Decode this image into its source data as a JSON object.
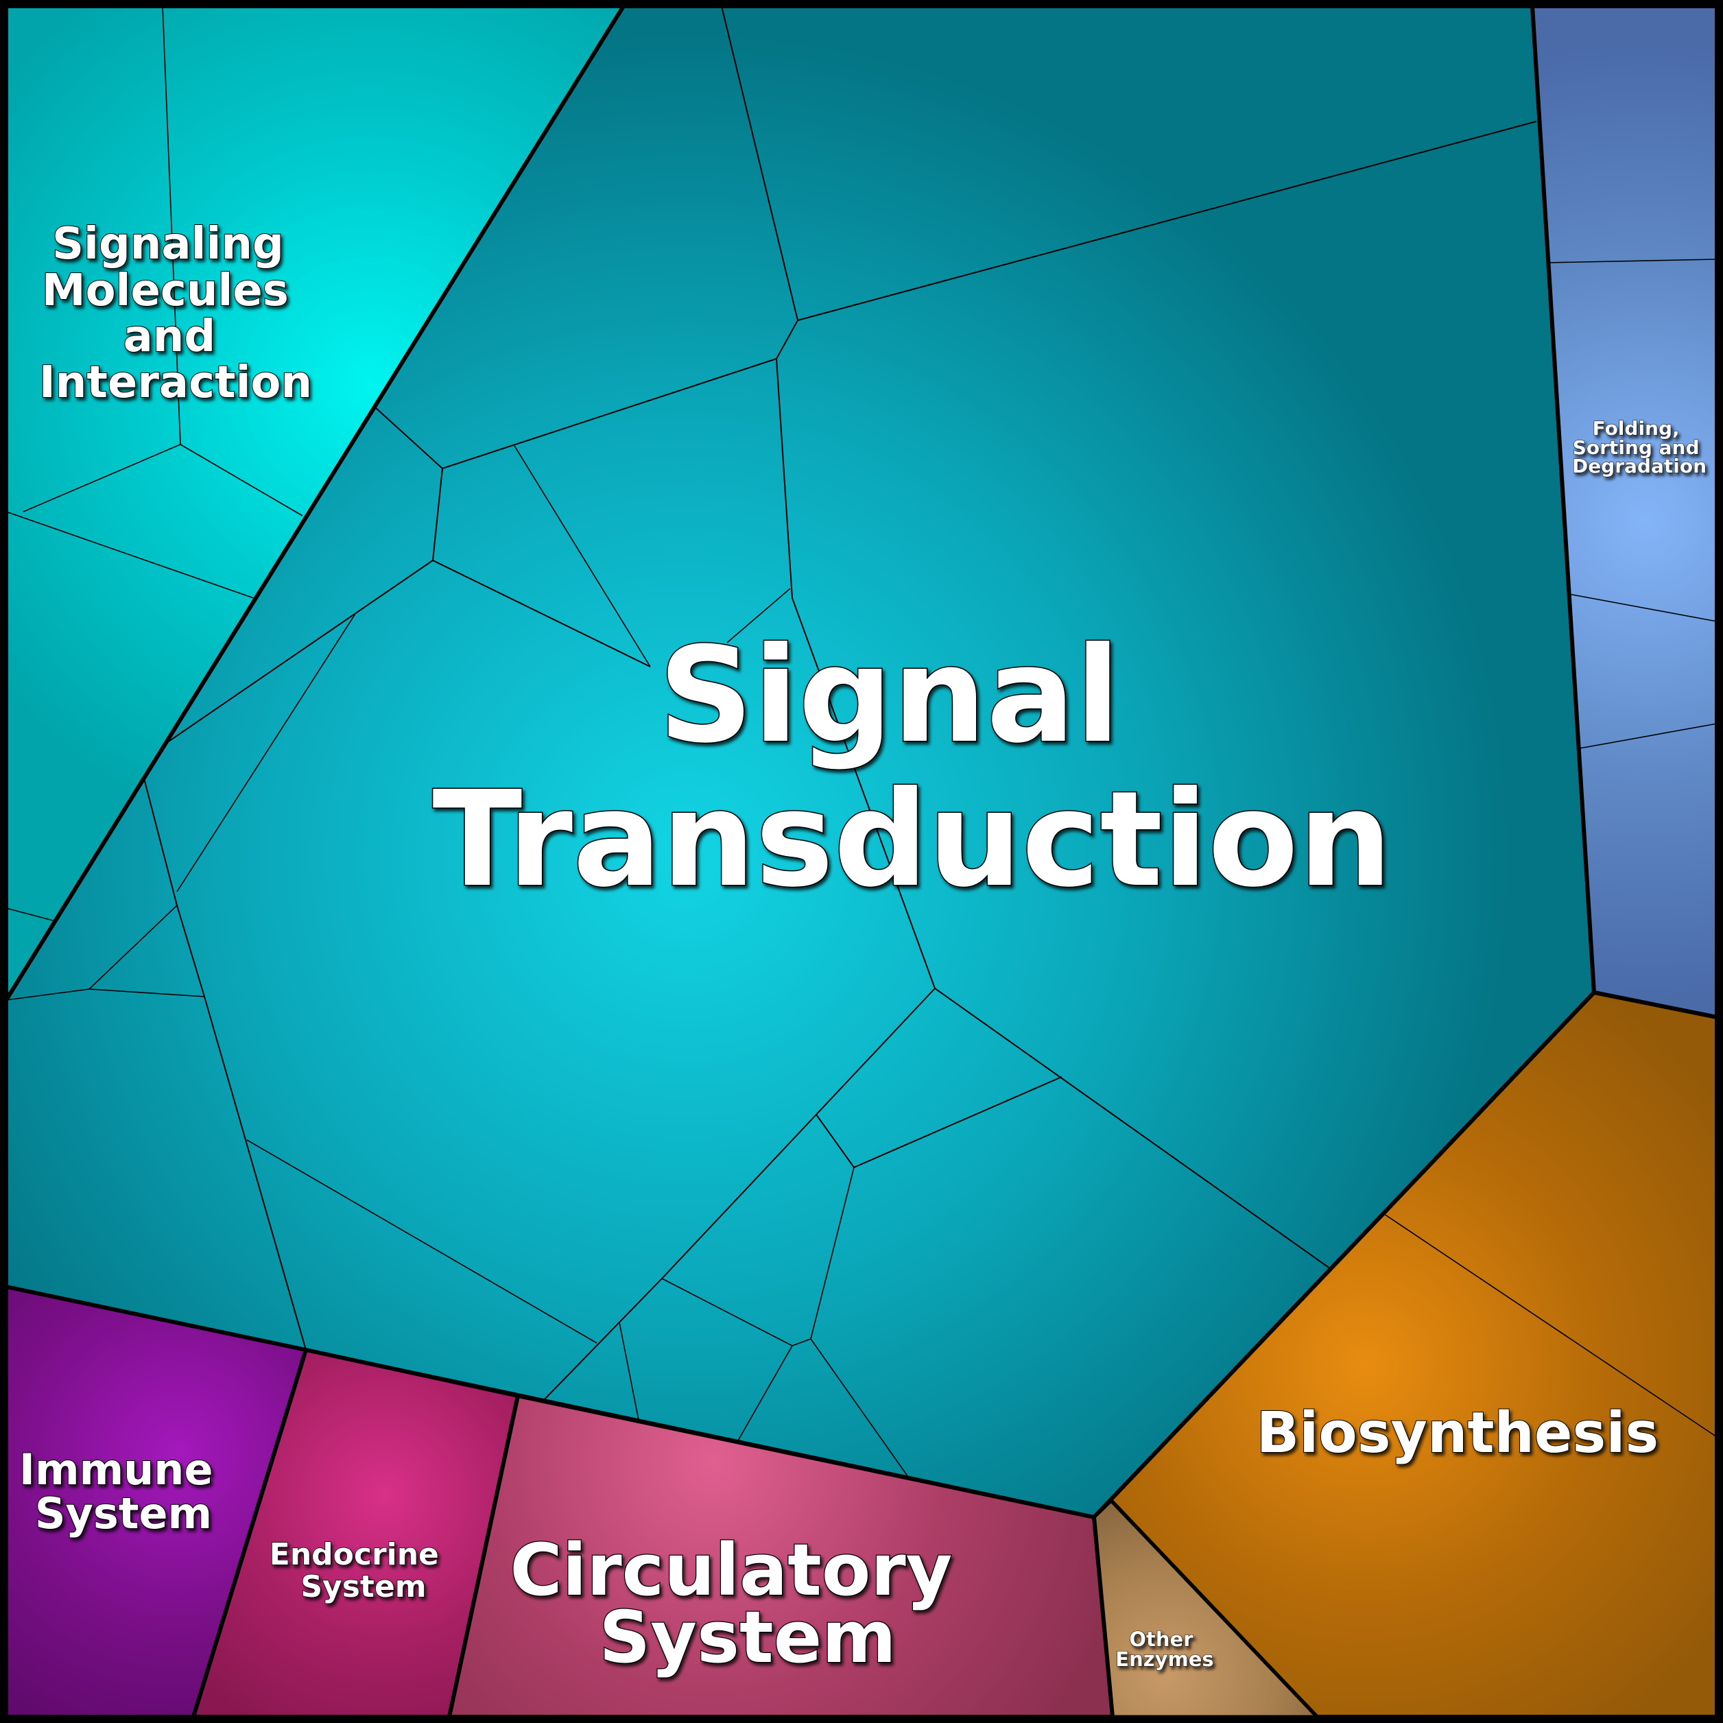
{
  "diagram": {
    "type": "voronoi-treemap",
    "categories": [
      {
        "id": "signal-transduction",
        "lines": [
          "Signal",
          "Transduction"
        ],
        "color": "#0aa6b8",
        "highlight": "#12d4e4",
        "shade": "#047585",
        "label_style": "huge"
      },
      {
        "id": "signaling-molecules",
        "lines": [
          "Signaling",
          "Molecules",
          "and",
          "Interaction"
        ],
        "color": "#00c8cc",
        "highlight": "#00f4f0",
        "shade": "#00a4aa",
        "label_style": "large"
      },
      {
        "id": "folding-sorting",
        "lines": [
          "Folding,",
          "Sorting and",
          "Degradation"
        ],
        "color": "#5e88c4",
        "highlight": "#84b4f8",
        "shade": "#4a6aa8",
        "label_style": "tiny"
      },
      {
        "id": "biosynthesis",
        "lines": [
          "Biosynthesis"
        ],
        "color": "#b46a08",
        "highlight": "#e88c10",
        "shade": "#945a08",
        "label_style": "large"
      },
      {
        "id": "immune-system",
        "lines": [
          "Immune",
          "System"
        ],
        "color": "#7a0f88",
        "highlight": "#a418bc",
        "shade": "#5e0a6a",
        "label_style": "large"
      },
      {
        "id": "endocrine-system",
        "lines": [
          "Endocrine",
          "System"
        ],
        "color": "#a82064",
        "highlight": "#d83088",
        "shade": "#8a1850",
        "label_style": "medium"
      },
      {
        "id": "circulatory-system",
        "lines": [
          "Circulatory",
          "System"
        ],
        "color": "#ac3e66",
        "highlight": "#e06090",
        "shade": "#8c3050",
        "label_style": "xlarge"
      },
      {
        "id": "other-enzymes",
        "lines": [
          "Other",
          "Enzymes"
        ],
        "color": "#a88050",
        "highlight": "#c89a68",
        "shade": "#8a6840",
        "label_style": "small"
      }
    ]
  }
}
